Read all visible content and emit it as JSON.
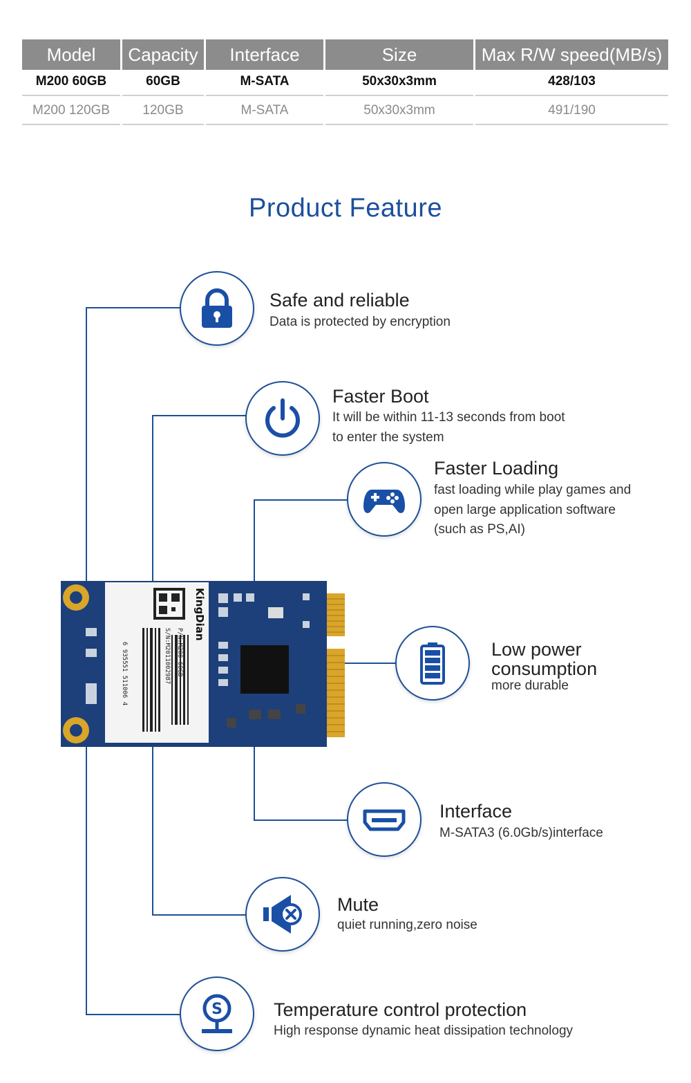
{
  "spec_table": {
    "headers": [
      "Model",
      "Capacity",
      "Interface",
      "Size",
      "Max R/W speed(MB/s)"
    ],
    "rows": [
      [
        "M200 60GB",
        "60GB",
        "M-SATA",
        "50x30x3mm",
        "428/103"
      ],
      [
        "M200 120GB",
        "120GB",
        "M-SATA",
        "50x30x3mm",
        "491/190"
      ]
    ]
  },
  "feature_section": {
    "title": "Product  Feature"
  },
  "features": [
    {
      "title": "Safe and reliable",
      "desc": [
        "Data is protected by encryption"
      ],
      "icon": "lock-icon"
    },
    {
      "title": "Faster Boot",
      "desc": [
        "It will be within 11-13 seconds from boot",
        "to enter the system"
      ],
      "icon": "power-icon"
    },
    {
      "title": "Faster Loading",
      "desc": [
        "fast loading while play games and",
        "open large application software",
        "(such as PS,AI)"
      ],
      "icon": "gamepad-icon"
    },
    {
      "title": "Low power consumption",
      "desc": [
        "more durable"
      ],
      "icon": "battery-icon"
    },
    {
      "title": "Interface",
      "desc": [
        "M-SATA3  (6.0Gb/s)interface"
      ],
      "icon": "hdmi-port-icon"
    },
    {
      "title": "Mute",
      "desc": [
        "quiet running,zero noise"
      ],
      "icon": "mute-speaker-icon"
    },
    {
      "title": "Temperature control protection",
      "desc": [
        "High response dynamic heat dissipation technology"
      ],
      "icon": "thermostat-icon"
    }
  ],
  "product_label": {
    "brand": "KingDian",
    "part_number": "P/N:M200 60GB",
    "serial_number": "S/N:M2011002987",
    "barcode_digits": "6 935551 511006 4"
  },
  "colors": {
    "accent": "#1c4f9c",
    "header_gray": "#8c8c8c",
    "pcb_blue": "#1d3f7a",
    "gold": "#d9a52a"
  }
}
